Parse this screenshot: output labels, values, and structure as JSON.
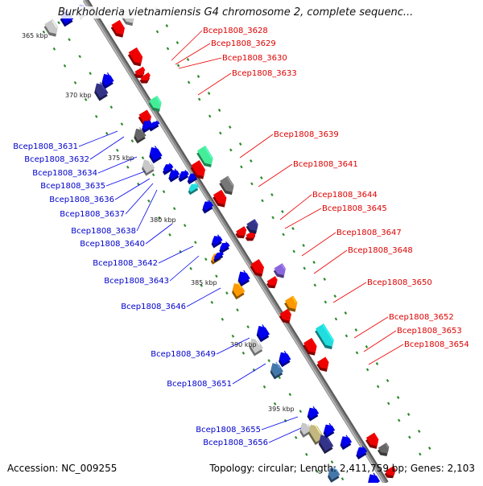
{
  "title": "Burkholderia vietnamiensis G4 chromosome 2, complete sequenc...",
  "footer": {
    "accession": "Accession: NC_009255",
    "summary": "Topology: circular; Length: 2,411,759 bp; Genes: 2,103"
  },
  "colors": {
    "forward": "#ee0000",
    "reverse": "#0000ee",
    "backbone": "#888888",
    "tick": "#2e8b2e",
    "gray": "#c8c8c8",
    "green": "#44ee99",
    "cyan": "#22dddd",
    "navy": "#333388",
    "orange": "#ff9900"
  },
  "scale_labels": [
    "365 kbp",
    "370 kbp",
    "375 kbp",
    "380 kbp",
    "385 kbp",
    "390 kbp",
    "395 kbp"
  ],
  "right_labels": [
    "Bcep1808_3628",
    "Bcep1808_3629",
    "Bcep1808_3630",
    "Bcep1808_3633",
    "Bcep1808_3639",
    "Bcep1808_3641",
    "Bcep1808_3644",
    "Bcep1808_3645",
    "Bcep1808_3647",
    "Bcep1808_3648",
    "Bcep1808_3650",
    "Bcep1808_3652",
    "Bcep1808_3653",
    "Bcep1808_3654"
  ],
  "left_labels": [
    "Bcep1808_3631",
    "Bcep1808_3632",
    "Bcep1808_3634",
    "Bcep1808_3635",
    "Bcep1808_3636",
    "Bcep1808_3637",
    "Bcep1808_3638",
    "Bcep1808_3640",
    "Bcep1808_3642",
    "Bcep1808_3643",
    "Bcep1808_3646",
    "Bcep1808_3649",
    "Bcep1808_3651",
    "Bcep1808_3655",
    "Bcep1808_3656"
  ]
}
